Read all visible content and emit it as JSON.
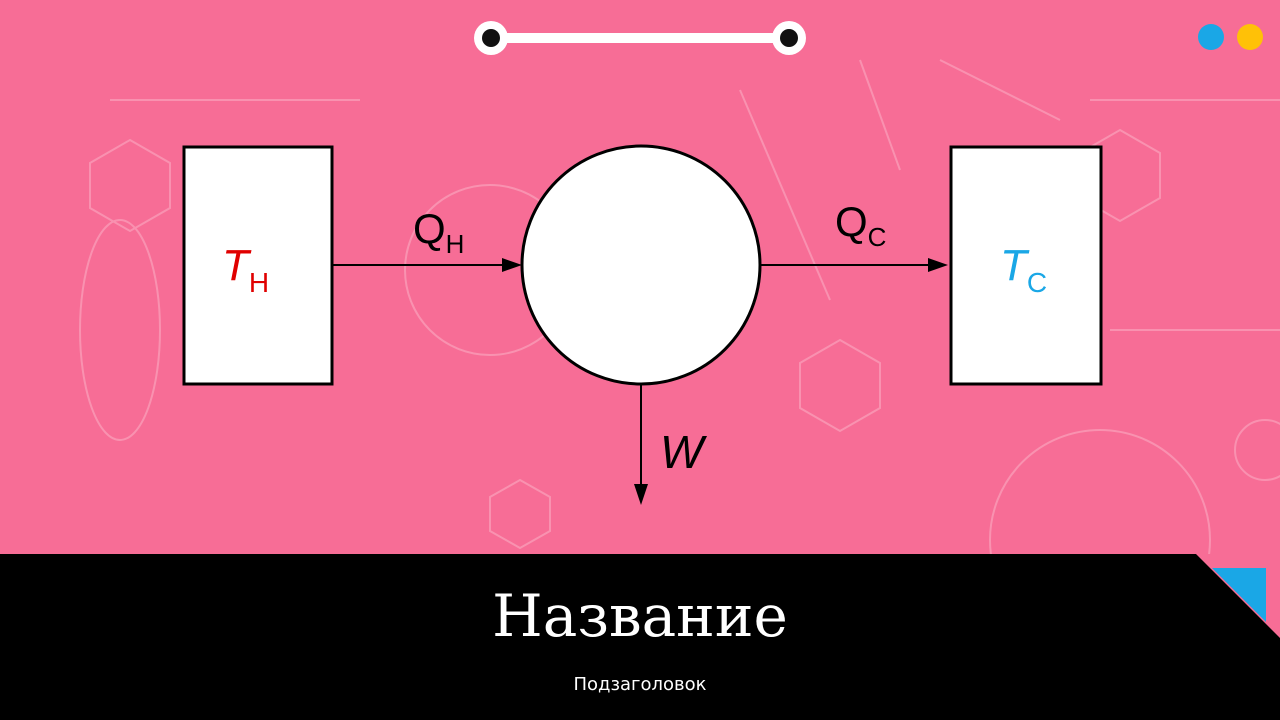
{
  "slide": {
    "title": "Название",
    "subtitle": "Подзаголовок"
  },
  "diagram": {
    "hot_reservoir": {
      "symbol": "T",
      "subscript": "H",
      "color": "#e00000"
    },
    "cold_reservoir": {
      "symbol": "T",
      "subscript": "C",
      "color": "#1aa7e6"
    },
    "heat_in": {
      "symbol": "Q",
      "subscript": "H"
    },
    "heat_out": {
      "symbol": "Q",
      "subscript": "C"
    },
    "work": {
      "symbol": "W"
    }
  },
  "colors": {
    "background": "#f76d96",
    "footer": "#000000",
    "dot_blue": "#1aa7e6",
    "dot_yellow": "#ffc107",
    "accent_corner": "#1aa7e6"
  },
  "icons": [
    "slider-icon",
    "blue-dot-icon",
    "yellow-dot-icon",
    "corner-triangle-icon"
  ]
}
